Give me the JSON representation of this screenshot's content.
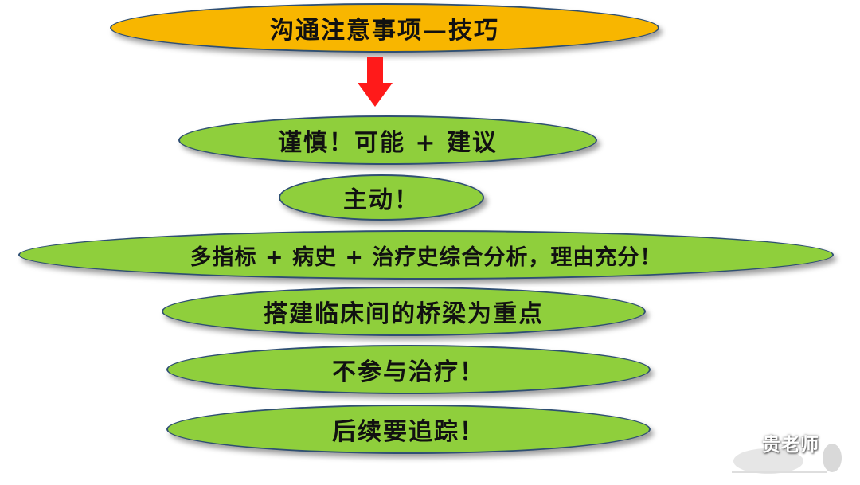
{
  "diagram": {
    "title": "沟通注意事项—技巧",
    "items": [
      "谨慎！可能 + 建议",
      "主动！",
      "多指标 + 病史 + 治疗史综合分析，理由充分！",
      "搭建临床间的桥梁为重点",
      "不参与治疗！",
      "后续要追踪！"
    ]
  },
  "watermark": {
    "label": "贵老师",
    "icon": "wechat-chat-icon"
  },
  "colors": {
    "title_fill": "#f8b600",
    "item_fill": "#8fcf3c",
    "outline": "#2f4f73",
    "arrow": "#ff1a1a"
  }
}
